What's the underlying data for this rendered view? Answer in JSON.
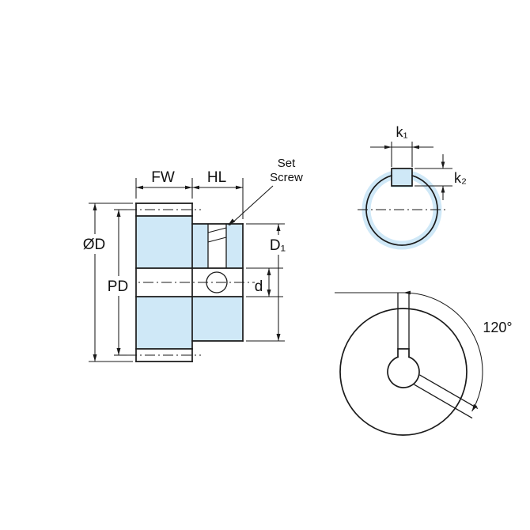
{
  "drawing": {
    "labels": {
      "fw": "FW",
      "hl": "HL",
      "od": "ØD",
      "pd": "PD",
      "d1": "D₁",
      "d": "d",
      "set_line1": "Set",
      "set_line2": "Screw",
      "k1": "k₁",
      "k2": "k₂",
      "angle": "120°"
    },
    "colors": {
      "highlight": "#cfe8f7",
      "line": "#1a1a1a",
      "background": "#ffffff"
    }
  }
}
